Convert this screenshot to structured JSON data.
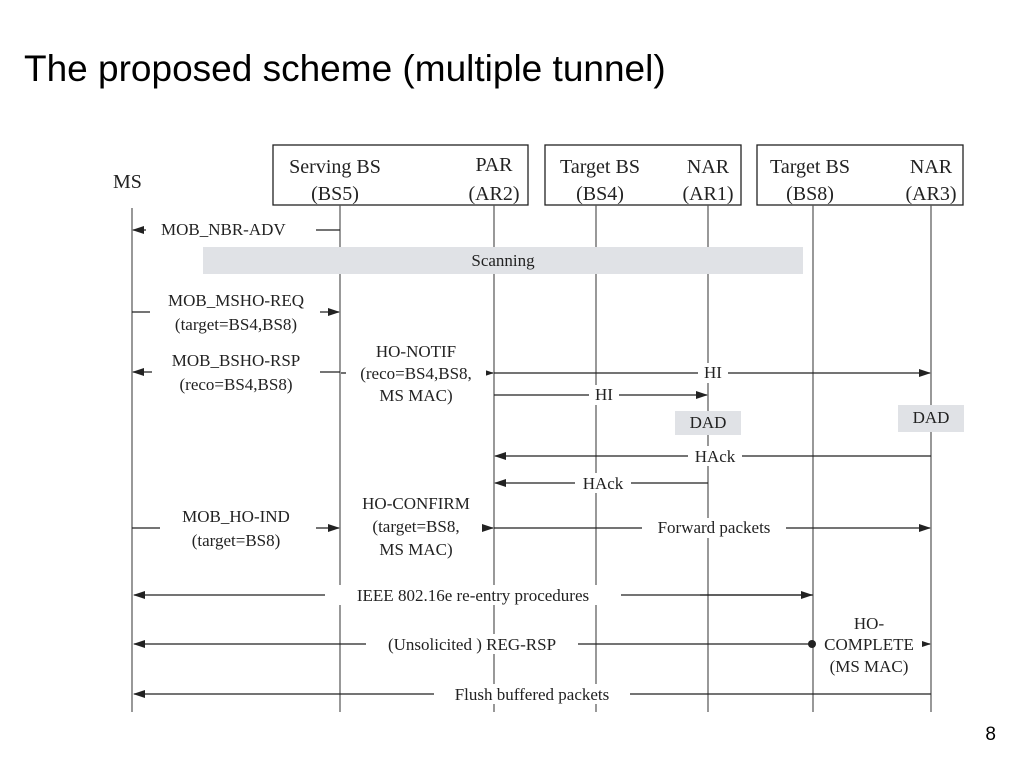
{
  "slide": {
    "title": "The proposed scheme (multiple tunnel)",
    "page_number": "8"
  },
  "diagram": {
    "entities": {
      "ms": "MS",
      "box1": {
        "left_name": "Serving BS",
        "left_id": "(BS5)",
        "right_name": "PAR",
        "right_id": "(AR2)"
      },
      "box2": {
        "left_name": "Target BS",
        "left_id": "(BS4)",
        "right_name": "NAR",
        "right_id": "(AR1)"
      },
      "box3": {
        "left_name": "Target BS",
        "left_id": "(BS8)",
        "right_name": "NAR",
        "right_id": "(AR3)"
      }
    },
    "scanning_label": "Scanning",
    "messages": {
      "mob_nbr_adv": "MOB_NBR-ADV",
      "mob_msho_req_1": "MOB_MSHO-REQ",
      "mob_msho_req_2": "(target=BS4,BS8)",
      "mob_bsho_rsp_1": "MOB_BSHO-RSP",
      "mob_bsho_rsp_2": "(reco=BS4,BS8)",
      "ho_notif_1": "HO-NOTIF",
      "ho_notif_2": "(reco=BS4,BS8,",
      "ho_notif_3": "MS MAC)",
      "hi_far": "HI",
      "hi_near": "HI",
      "dad_ar1": "DAD",
      "dad_ar3": "DAD",
      "hack_far": "HAck",
      "hack_near": "HAck",
      "mob_ho_ind_1": "MOB_HO-IND",
      "mob_ho_ind_2": "(target=BS8)",
      "ho_confirm_1": "HO-CONFIRM",
      "ho_confirm_2": "(target=BS8,",
      "ho_confirm_3": "MS MAC)",
      "forward_packets": "Forward packets",
      "reentry": "IEEE 802.16e re-entry procedures",
      "reg_rsp": "(Unsolicited ) REG-RSP",
      "ho_complete_1": "HO-",
      "ho_complete_2": "COMPLETE",
      "ho_complete_3": "(MS MAC)",
      "flush": "Flush buffered packets"
    }
  }
}
